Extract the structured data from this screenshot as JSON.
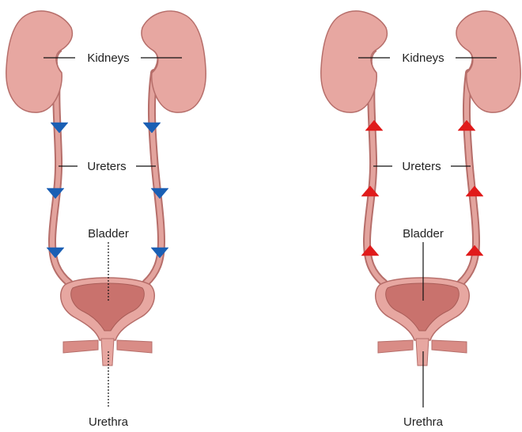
{
  "colors": {
    "background": "#ffffff",
    "tissue": "#e7a7a1",
    "tissue_outline": "#b66e6a",
    "ureter": "#d98c86",
    "bladder_inner": "#c9726d",
    "urethra_wall": "#d98c86",
    "flow_down": "#1a5fb4",
    "flow_up": "#e01b1b",
    "leader_line": "#111111"
  },
  "panels": [
    {
      "name": "normal-flow",
      "flow_direction": "down",
      "arrow_icon": "arrow-down-icon",
      "arrow_color": "#1a5fb4",
      "labels": {
        "kidneys": "Kidneys",
        "ureters": "Ureters",
        "bladder": "Bladder",
        "urethra": "Urethra"
      }
    },
    {
      "name": "reflux-flow",
      "flow_direction": "up",
      "arrow_icon": "arrow-up-icon",
      "arrow_color": "#e01b1b",
      "labels": {
        "kidneys": "Kidneys",
        "ureters": "Ureters",
        "bladder": "Bladder",
        "urethra": "Urethra"
      }
    }
  ]
}
